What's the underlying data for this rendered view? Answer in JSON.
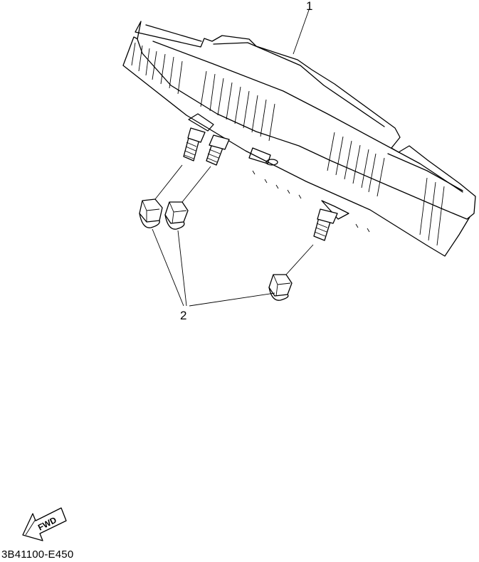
{
  "callouts": {
    "part1": "1",
    "part2": "2"
  },
  "fwd_label": "FWD",
  "part_code": "3B41100-E450"
}
